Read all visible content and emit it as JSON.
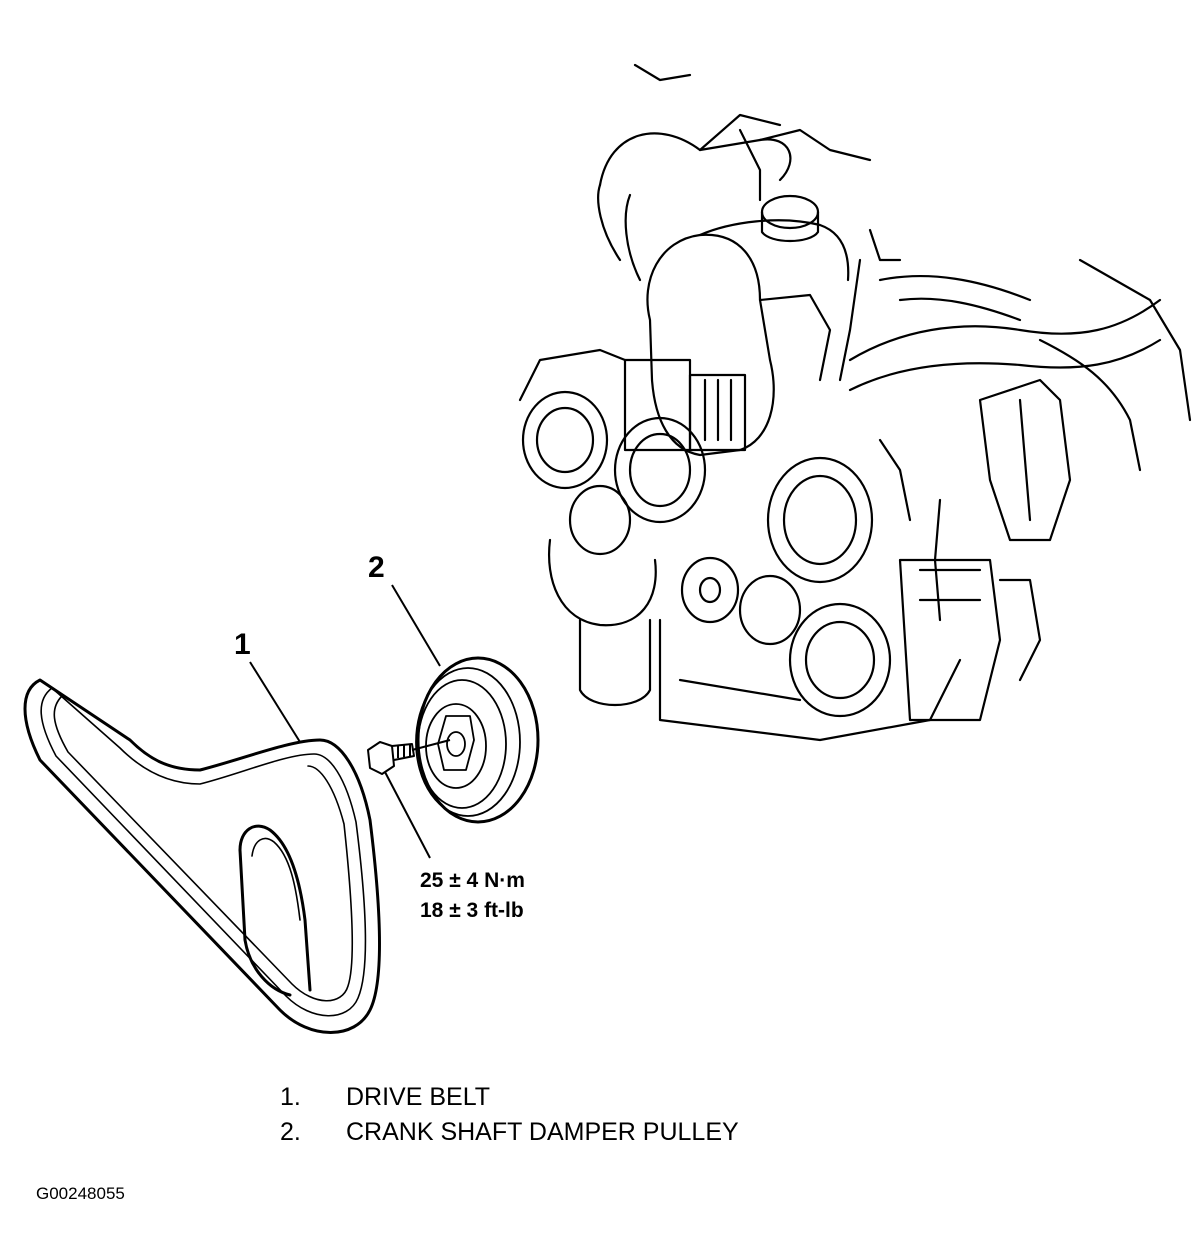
{
  "callouts": {
    "belt_number": "1",
    "pulley_number": "2"
  },
  "torque": {
    "metric": "25 ± 4 N·m",
    "imperial": "18 ± 3 ft-lb"
  },
  "legend": {
    "items": [
      {
        "number": "1.",
        "label": "DRIVE BELT"
      },
      {
        "number": "2.",
        "label": "CRANK SHAFT DAMPER PULLEY"
      }
    ]
  },
  "figure_id": "G00248055",
  "colors": {
    "line": "#000000",
    "background": "#ffffff"
  }
}
